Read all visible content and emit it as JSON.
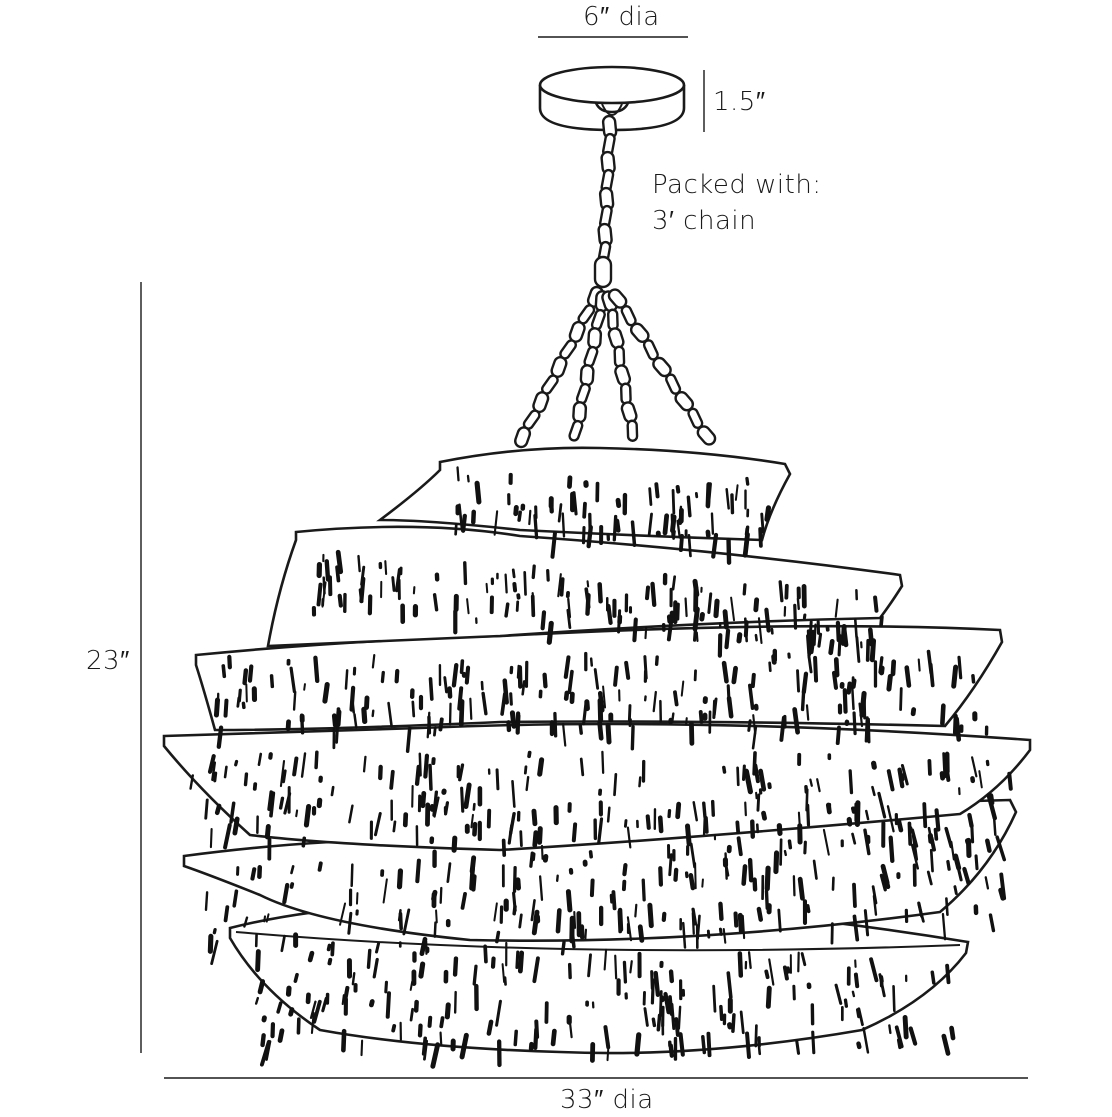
{
  "dimensions": {
    "canopy_diameter": "6″ dia",
    "canopy_height": "1.5″",
    "overall_height": "23″",
    "overall_diameter": "33″ dia"
  },
  "note": {
    "line1": "Packed with:",
    "line2": "3′ chain"
  },
  "colors": {
    "ink": "#1a1a1a",
    "background": "#ffffff"
  }
}
